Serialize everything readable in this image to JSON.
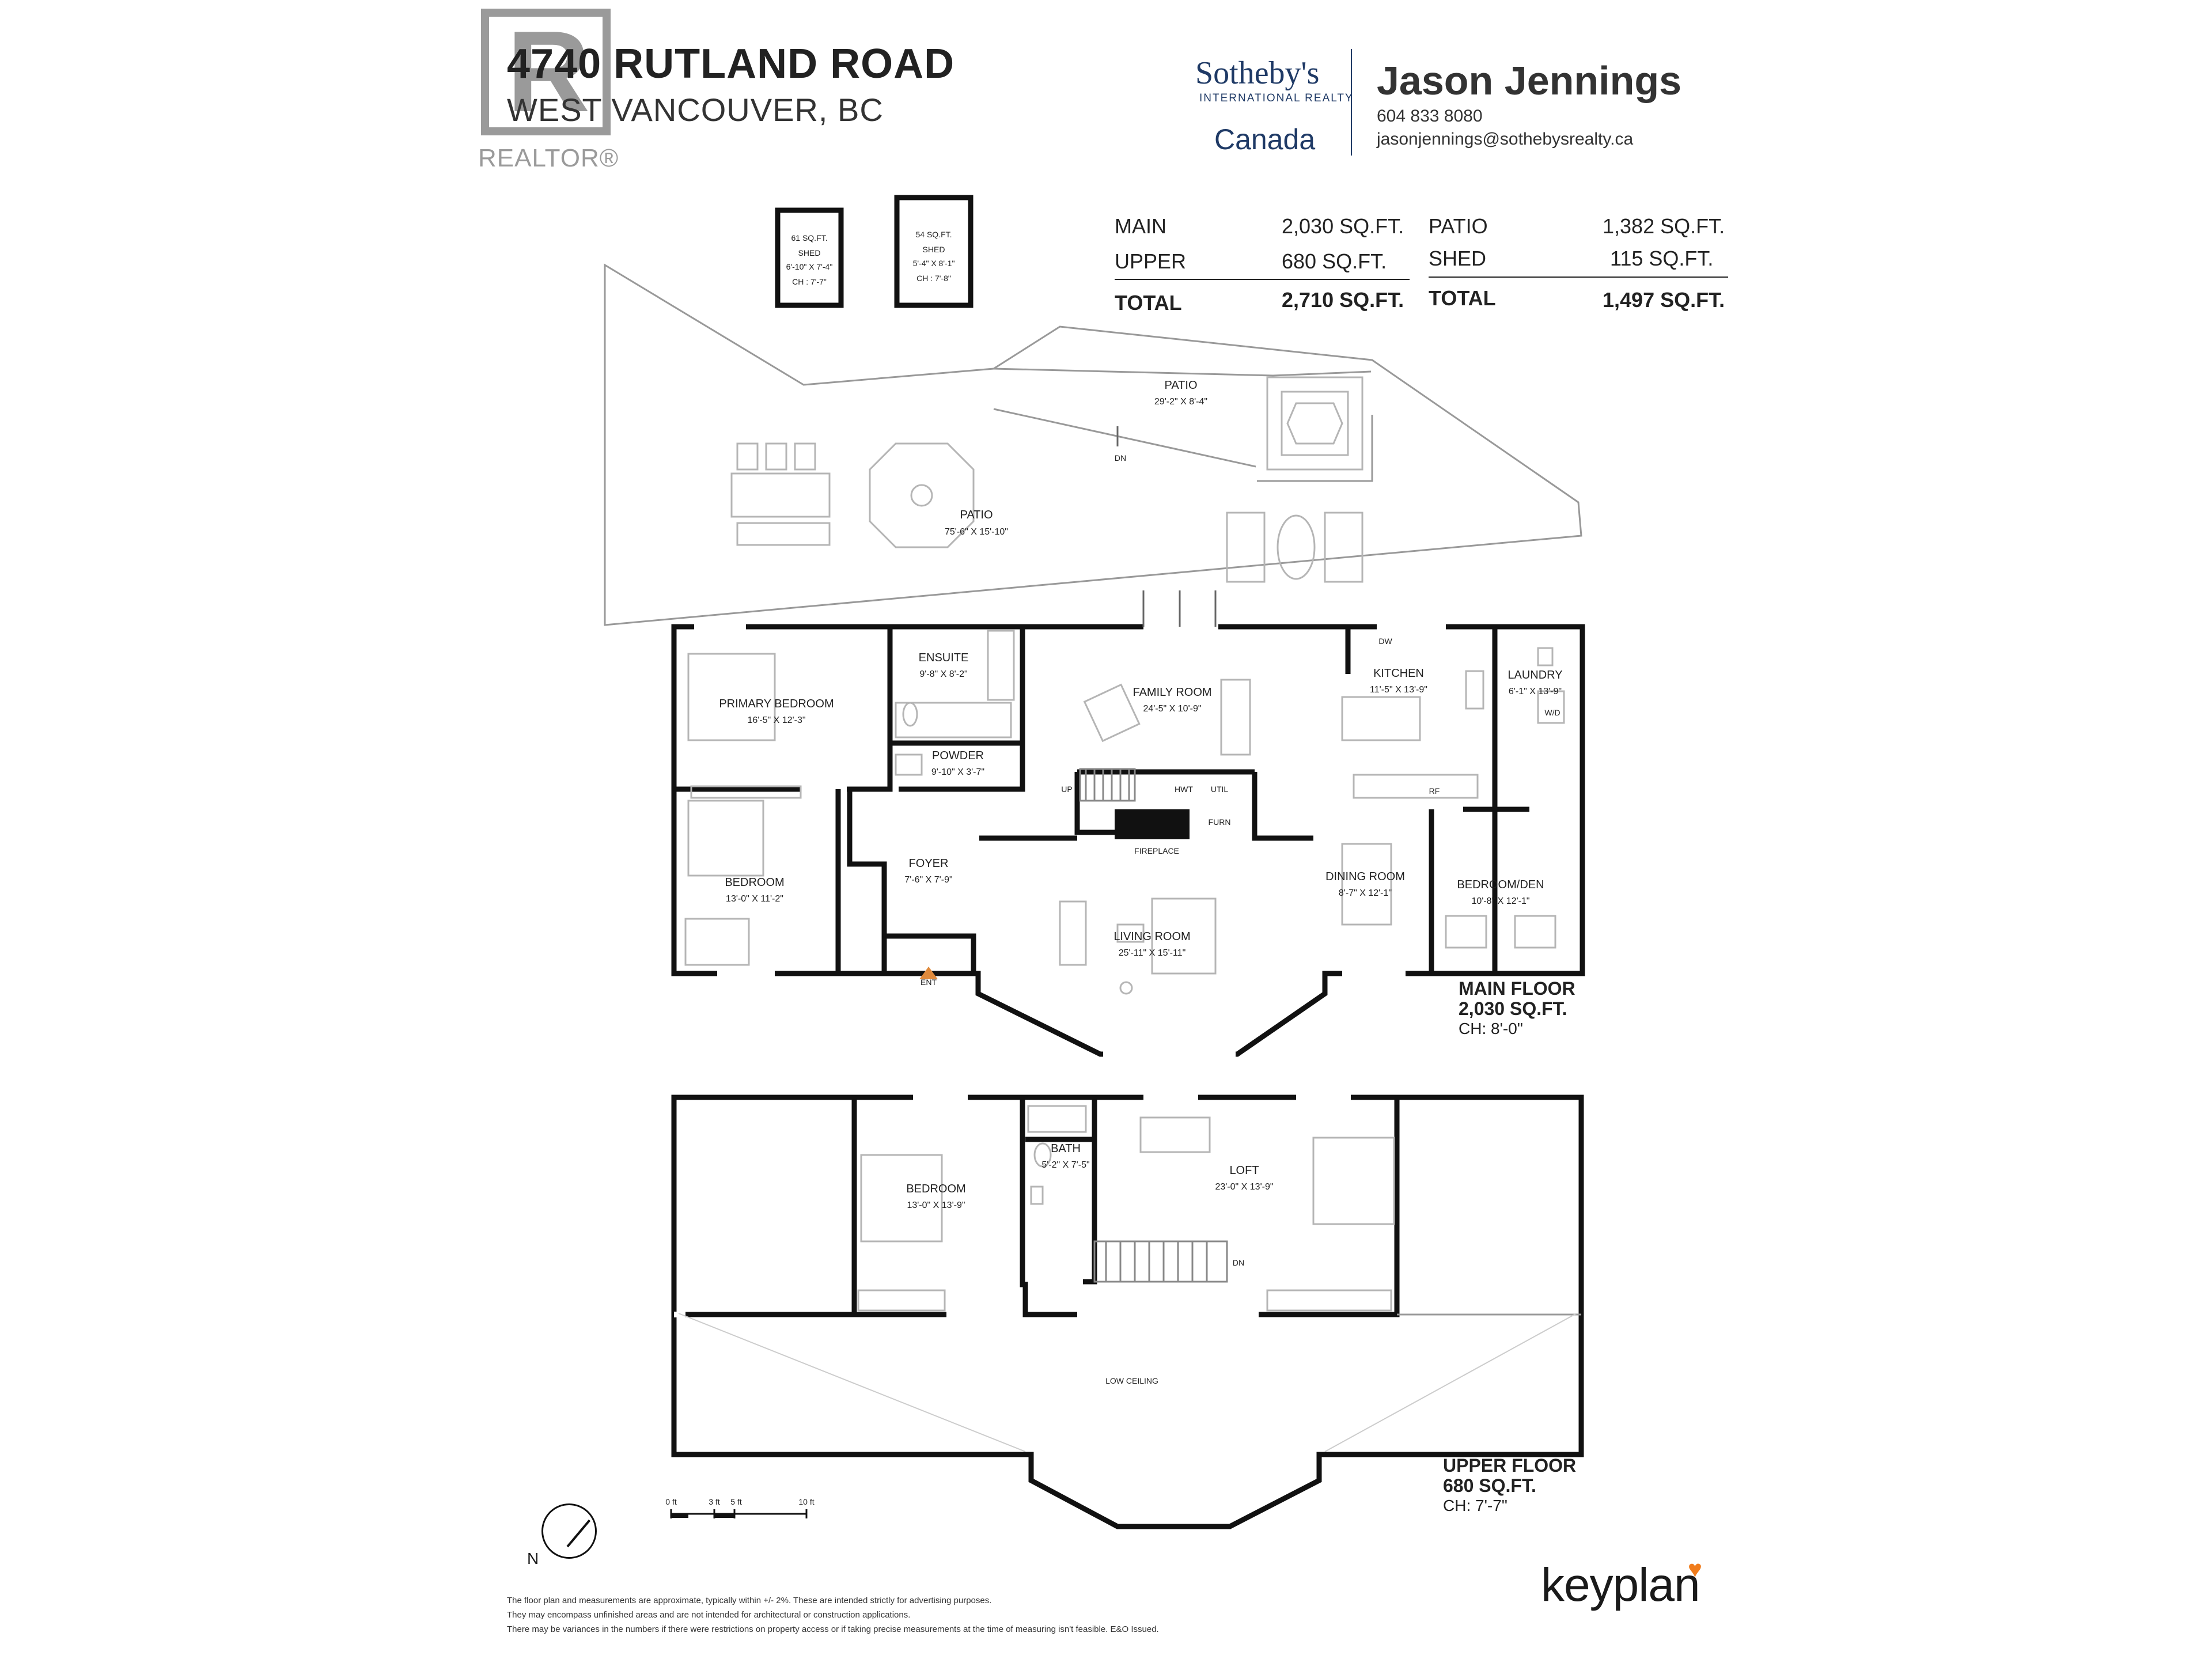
{
  "header": {
    "address_line1": "4740 RUTLAND ROAD",
    "address_line2": "WEST VANCOUVER, BC",
    "realtor_mark": "REALTOR®"
  },
  "brokerage": {
    "name": "Sotheby's",
    "sub": "INTERNATIONAL REALTY",
    "country": "Canada"
  },
  "agent": {
    "name": "Jason Jennings",
    "phone": "604 833 8080",
    "email": "jasonjennings@sothebysrealty.ca"
  },
  "area_summary": {
    "left": [
      {
        "label": "MAIN",
        "value": "2,030 SQ.FT."
      },
      {
        "label": "UPPER",
        "value": "680 SQ.FT."
      }
    ],
    "left_total": {
      "label": "TOTAL",
      "value": "2,710 SQ.FT."
    },
    "right": [
      {
        "label": "PATIO",
        "value": "1,382 SQ.FT."
      },
      {
        "label": "SHED",
        "value": "115 SQ.FT."
      }
    ],
    "right_total": {
      "label": "TOTAL",
      "value": "1,497 SQ.FT."
    }
  },
  "sheds": [
    {
      "area": "61 SQ.FT.",
      "name": "SHED",
      "dims": "6'-10\" X 7'-4\"",
      "ch": "CH : 7'-7\""
    },
    {
      "area": "54 SQ.FT.",
      "name": "SHED",
      "dims": "5'-4\" X 8'-1\"",
      "ch": "CH : 7'-8\""
    }
  ],
  "patios": {
    "upper": {
      "name": "PATIO",
      "dims": "29'-2\" X 8'-4\""
    },
    "main": {
      "name": "PATIO",
      "dims": "75'-6\" X 15'-10\""
    },
    "dn": "DN"
  },
  "main_floor": {
    "title": "MAIN FLOOR",
    "area": "2,030 SQ.FT.",
    "ch": "CH: 8'-0\"",
    "rooms": {
      "primary_bedroom": {
        "name": "PRIMARY BEDROOM",
        "dims": "16'-5\" X 12'-3\""
      },
      "ensuite": {
        "name": "ENSUITE",
        "dims": "9'-8\" X 8'-2\""
      },
      "powder": {
        "name": "POWDER",
        "dims": "9'-10\" X 3'-7\""
      },
      "family_room": {
        "name": "FAMILY ROOM",
        "dims": "24'-5\" X 10'-9\""
      },
      "kitchen": {
        "name": "KITCHEN",
        "dims": "11'-5\" X 13'-9\""
      },
      "laundry": {
        "name": "LAUNDRY",
        "dims": "6'-1\" X 13'-9\""
      },
      "bedroom": {
        "name": "BEDROOM",
        "dims": "13'-0\" X 11'-2\""
      },
      "foyer": {
        "name": "FOYER",
        "dims": "7'-6\" X 7'-9\""
      },
      "living_room": {
        "name": "LIVING ROOM",
        "dims": "25'-11\" X 15'-11\""
      },
      "dining_room": {
        "name": "DINING ROOM",
        "dims": "8'-7\" X 12'-1\""
      },
      "bedroom_den": {
        "name": "BEDROOM/DEN",
        "dims": "10'-8\" X 12'-1\""
      }
    },
    "labels": {
      "up": "UP",
      "hwt": "HWT",
      "util": "UTIL",
      "furn": "FURN",
      "fireplace": "FIREPLACE",
      "ent": "ENT",
      "dw": "DW",
      "rf": "RF",
      "wd": "W/D"
    }
  },
  "upper_floor": {
    "title": "UPPER FLOOR",
    "area": "680 SQ.FT.",
    "ch": "CH: 7'-7\"",
    "rooms": {
      "bedroom": {
        "name": "BEDROOM",
        "dims": "13'-0\" X 13'-9\""
      },
      "bath": {
        "name": "BATH",
        "dims": "5'-2\" X 7'-5\""
      },
      "loft": {
        "name": "LOFT",
        "dims": "23'-0\" X 13'-9\""
      }
    },
    "labels": {
      "dn": "DN",
      "low_ceiling": "LOW CEILING"
    }
  },
  "scale": {
    "t0": "0 ft",
    "t1": "3 ft",
    "t2": "5 ft",
    "t3": "10 ft"
  },
  "compass_label": "N",
  "footer": {
    "disclaimer1": "The floor plan and measurements are approximate, typically within +/- 2%. These are intended strictly for advertising purposes.",
    "disclaimer2": "They may encompass unfinished areas and are not intended for architectural or construction applications.",
    "disclaimer3": "There may be variances in the numbers if there were restrictions on property access or if taking precise measurements at the time of measuring isn't feasible. E&O Issued.",
    "brand": "keyplan",
    "brand_mark": "♥"
  },
  "colors": {
    "brand_blue": "#1f3a66",
    "logo_gray": "#9a9a9a",
    "keyplan_orange": "#f07c1c",
    "entry_marker": "#e08a3c"
  }
}
